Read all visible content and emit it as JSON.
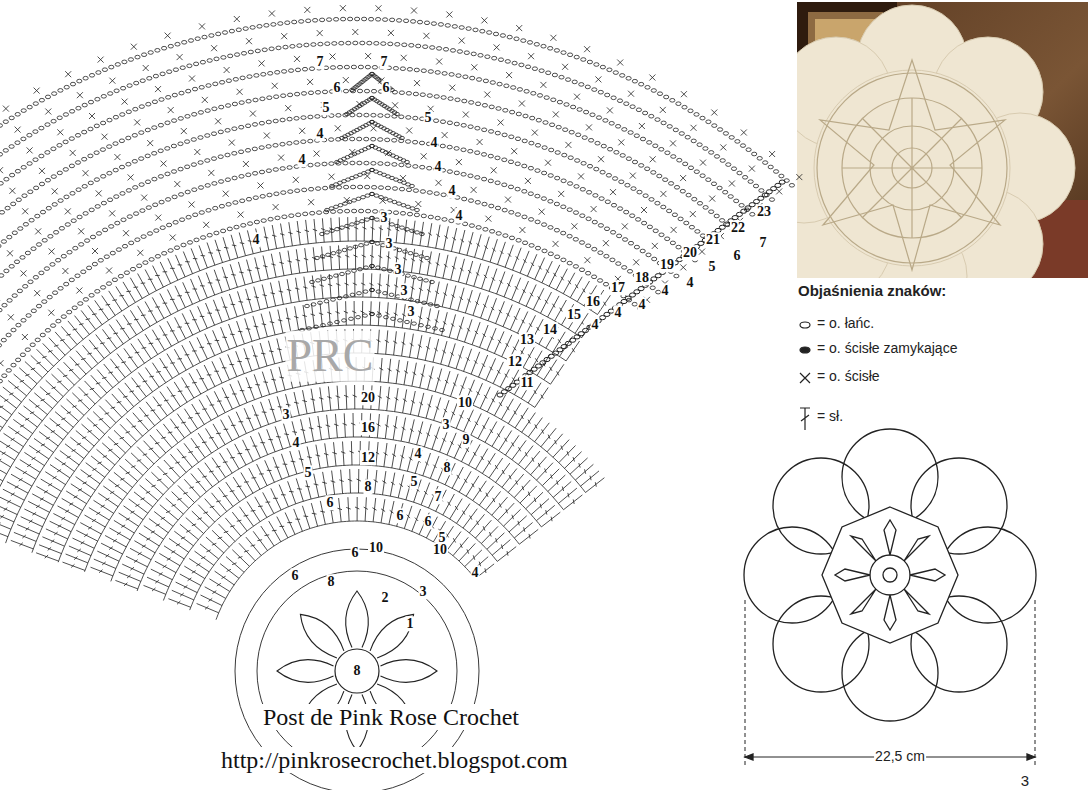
{
  "diagram": {
    "labels": [
      "Objaśnienia znaków:",
      "7",
      "6",
      "5",
      "4",
      "4",
      "4",
      "7",
      "6",
      "5",
      "4",
      "4",
      "4",
      "4",
      "3",
      "3",
      "3",
      "3",
      "3",
      "23",
      "22",
      "21",
      "20",
      "19",
      "18",
      "17",
      "16",
      "15",
      "14",
      "13",
      "12",
      "11",
      "7",
      "6",
      "5",
      "4",
      "4",
      "4",
      "4",
      "4",
      "20",
      "16",
      "12",
      "8",
      "3",
      "4",
      "5",
      "6",
      "10",
      "3",
      "9",
      "4",
      "8",
      "5",
      "7",
      "6",
      "6",
      "5",
      "6",
      "10",
      "10",
      "6",
      "8",
      "4",
      "3",
      "2",
      "1",
      "8",
      "PRC",
      "Post de Pink Rose Crochet",
      "http://pinkrosecrochet.blogspot.com",
      "22,5 cm",
      "3"
    ],
    "legend": [
      {
        "text": "= o. łańc."
      },
      {
        "text": "= o. ścisłe zamykające"
      },
      {
        "text": "= o. ścisłe"
      },
      {
        "text": "= sł."
      }
    ]
  }
}
